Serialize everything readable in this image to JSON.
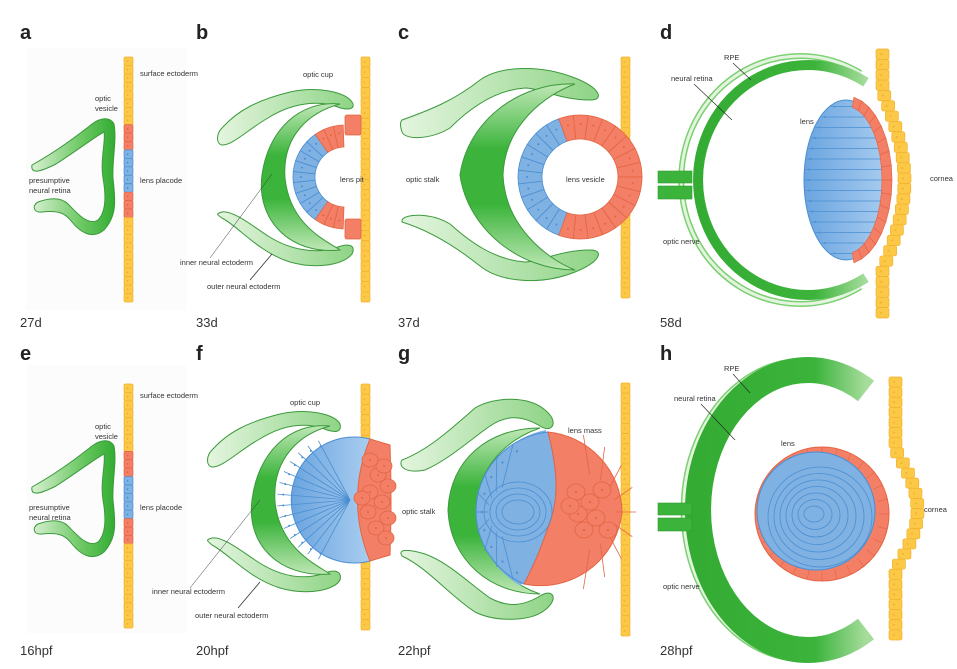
{
  "colors": {
    "surface_ectoderm": "#fcc847",
    "surface_ectoderm_stroke": "#f2b12a",
    "lens_red": "#f27f66",
    "lens_red_stroke": "#e46543",
    "lens_blue": "#7fb1e3",
    "lens_blue_stroke": "#4a8fd2",
    "neural_green_dark": "#3cb43c",
    "neural_green_light": "#c9ecc0",
    "neural_green_stroke": "#3c9a3c",
    "background": "#fcfcfd"
  },
  "panels": [
    {
      "letter": "a",
      "stage": "27d",
      "labels": {
        "surface": "surface ectoderm",
        "vesicle1": "optic",
        "vesicle2": "vesicle",
        "pnr1": "presumptive",
        "pnr2": "neural retina",
        "placode": "lens placode"
      }
    },
    {
      "letter": "b",
      "stage": "33d",
      "labels": {
        "cup": "optic cup",
        "pit": "lens pit",
        "inner": "inner neural ectoderm",
        "outer": "outer neural ectoderm"
      }
    },
    {
      "letter": "c",
      "stage": "37d",
      "labels": {
        "stalk": "optic stalk",
        "vesicle": "lens vesicle"
      }
    },
    {
      "letter": "d",
      "stage": "58d",
      "labels": {
        "rpe": "RPE",
        "retina": "neural retina",
        "lens": "lens",
        "cornea": "cornea",
        "nerve": "optic nerve"
      }
    },
    {
      "letter": "e",
      "stage": "16hpf",
      "labels": {
        "surface": "surface ectoderm",
        "vesicle1": "optic",
        "vesicle2": "vesicle",
        "pnr1": "presumptive",
        "pnr2": "neural retina",
        "placode": "lens placode"
      }
    },
    {
      "letter": "f",
      "stage": "20hpf",
      "labels": {
        "cup": "optic cup",
        "inner": "inner neural ectoderm",
        "outer": "outer neural ectoderm"
      }
    },
    {
      "letter": "g",
      "stage": "22hpf",
      "labels": {
        "stalk": "optic stalk",
        "mass": "lens mass"
      }
    },
    {
      "letter": "h",
      "stage": "28hpf",
      "labels": {
        "rpe": "RPE",
        "retina": "neural retina",
        "lens": "lens",
        "cornea": "cornea",
        "nerve": "optic nerve"
      }
    }
  ]
}
